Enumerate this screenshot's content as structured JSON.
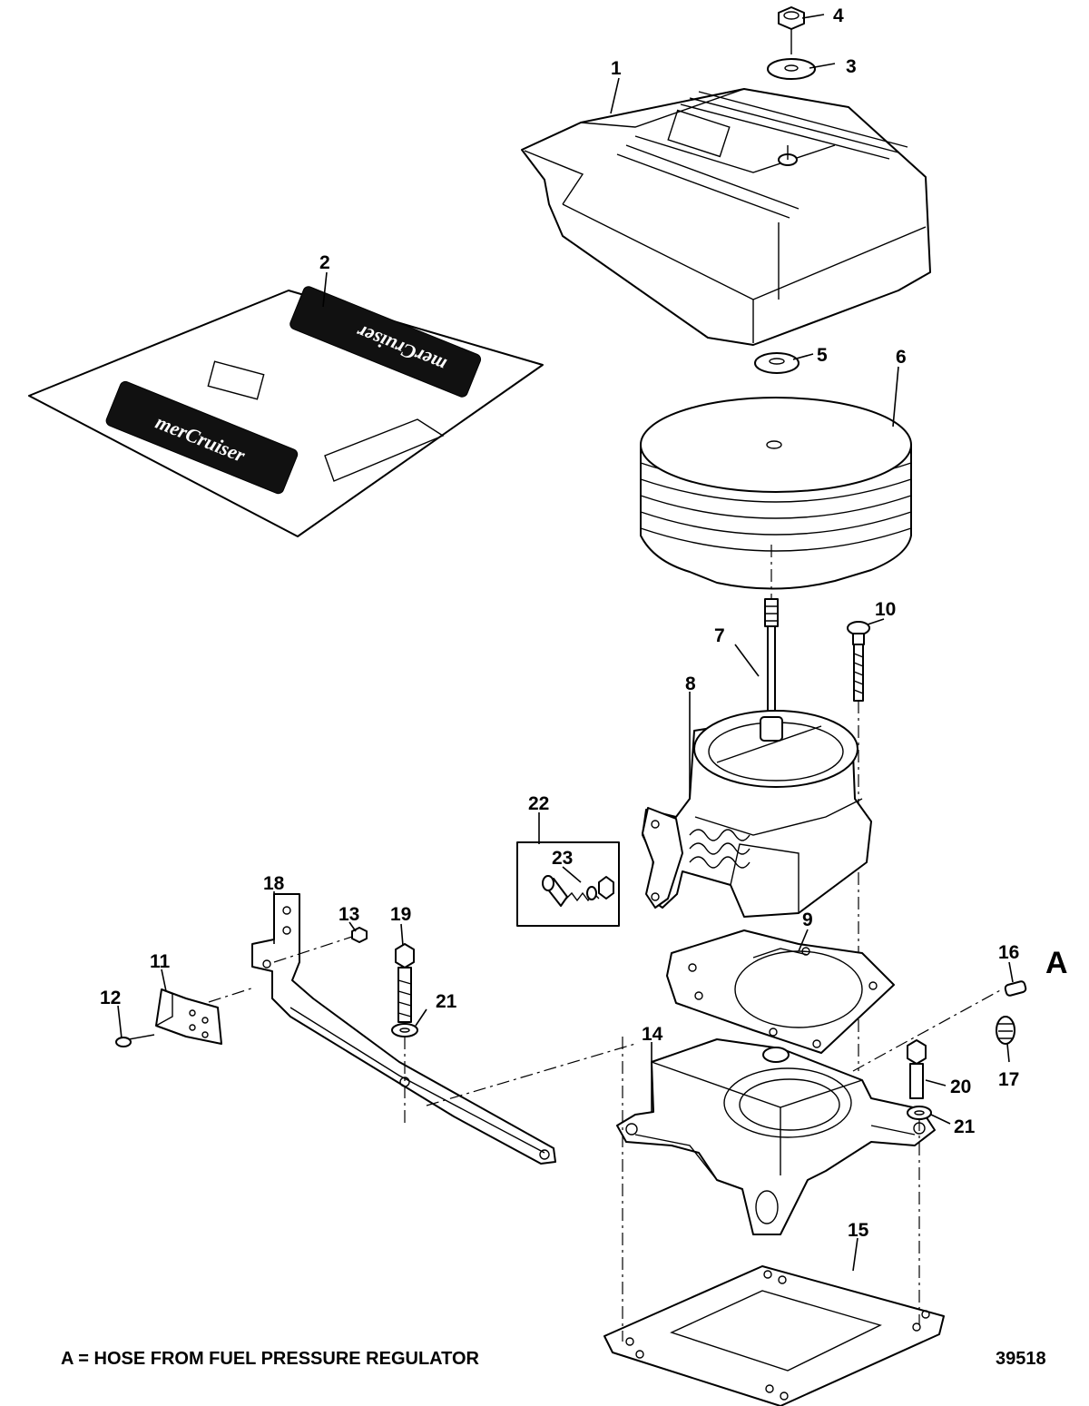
{
  "callouts": [
    "1",
    "2",
    "3",
    "4",
    "5",
    "6",
    "7",
    "8",
    "9",
    "10",
    "11",
    "12",
    "13",
    "14",
    "15",
    "16",
    "17",
    "18",
    "19",
    "20",
    "21",
    "21",
    "22",
    "23"
  ],
  "hose_marker": "A",
  "legend_note": "A = HOSE FROM FUEL PRESSURE REGULATOR",
  "figure_number": "39518",
  "decal_logo": "merCruiser"
}
